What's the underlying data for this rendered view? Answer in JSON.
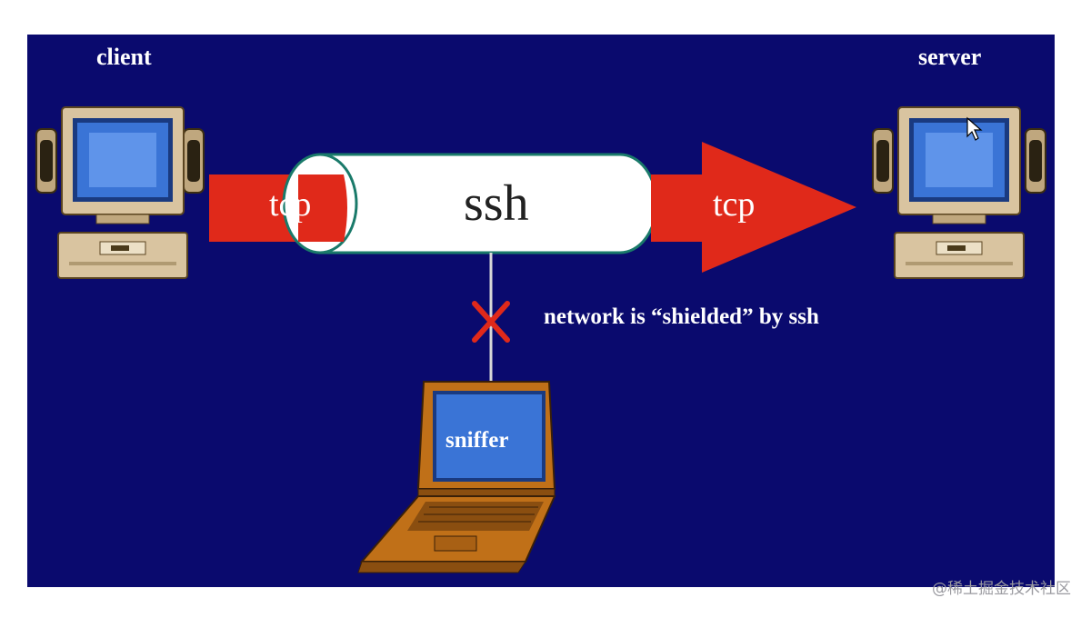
{
  "diagram": {
    "client_label": "client",
    "server_label": "server",
    "tunnel_label": "ssh",
    "tcp_left_label": "tcp",
    "tcp_right_label": "tcp",
    "shield_note": "network is “shielded” by ssh",
    "sniffer_label": "sniffer"
  },
  "watermark": "@稀土掘金技术社区",
  "colors": {
    "background": "#0a0a6e",
    "arrow_red": "#e0291a",
    "tunnel_fill": "#ffffff",
    "tunnel_stroke": "#1a7a6a",
    "monitor_beige": "#d9c4a0",
    "screen_blue": "#3a74d6",
    "laptop_orange": "#c07018"
  }
}
